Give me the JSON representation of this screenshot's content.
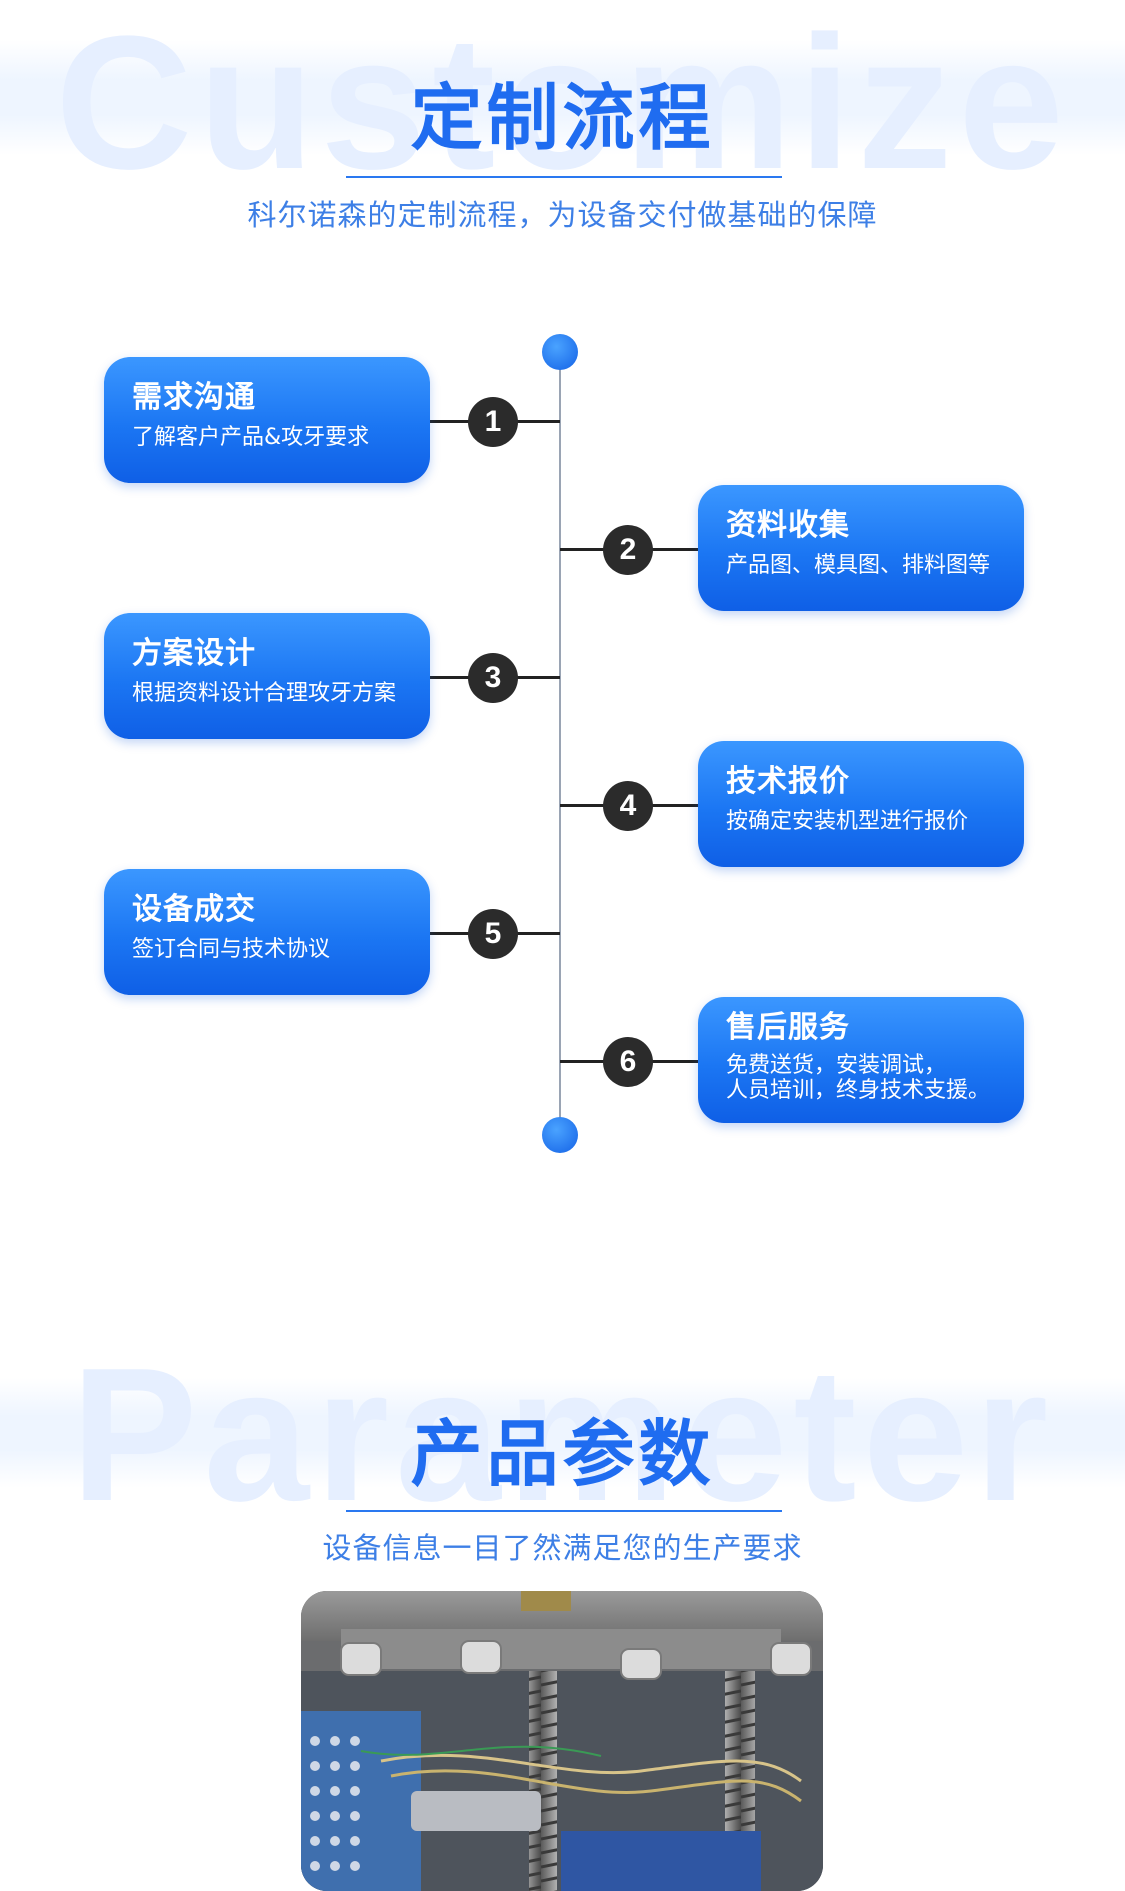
{
  "customize": {
    "watermark": "Customize",
    "title": "定制流程",
    "subtitle": "科尔诺森的定制流程，为设备交付做基础的保障"
  },
  "steps": [
    {
      "number": "1",
      "title": "需求沟通",
      "desc": "了解客户产品&攻牙要求"
    },
    {
      "number": "2",
      "title": "资料收集",
      "desc": "产品图、模具图、排料图等"
    },
    {
      "number": "3",
      "title": "方案设计",
      "desc": "根据资料设计合理攻牙方案"
    },
    {
      "number": "4",
      "title": "技术报价",
      "desc": "按确定安装机型进行报价"
    },
    {
      "number": "5",
      "title": "设备成交",
      "desc": "签订合同与技术协议"
    },
    {
      "number": "6",
      "title": "售后服务",
      "desc_line1": "免费送货，安装调试，",
      "desc_line2": "人员培训，终身技术支援。"
    }
  ],
  "parameter": {
    "watermark": "Parameter",
    "title": "产品参数",
    "subtitle": "设备信息一目了然满足您的生产要求"
  },
  "colors": {
    "accent": "#1f6cf0",
    "card_top": "#3b97ff",
    "card_bottom": "#0f5fe6",
    "number_badge": "#2b2b2b"
  }
}
